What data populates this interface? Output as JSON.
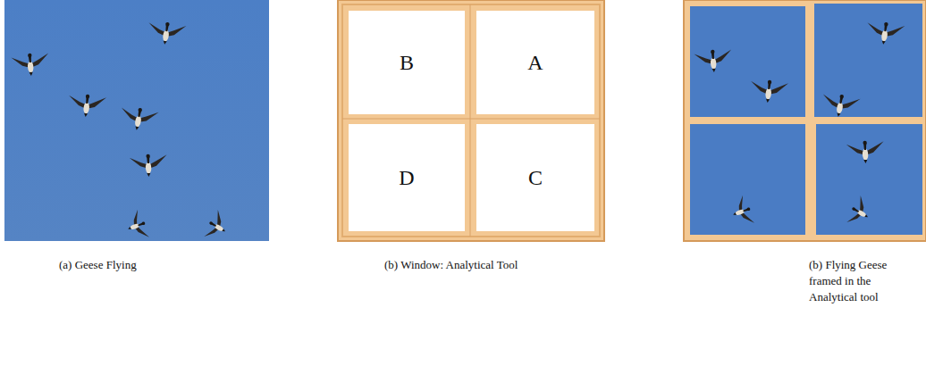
{
  "diagram": {
    "nodes": [
      {
        "text": [
          "B"
        ]
      },
      {
        "text": [
          "A"
        ]
      },
      {
        "text": [
          "D"
        ]
      },
      {
        "text": [
          "C"
        ]
      }
    ],
    "labels": [
      "(a) Geese Flying",
      "(b) Window: Analytical Tool",
      "(b) Flying Geese framed in the Analytical tool"
    ]
  }
}
